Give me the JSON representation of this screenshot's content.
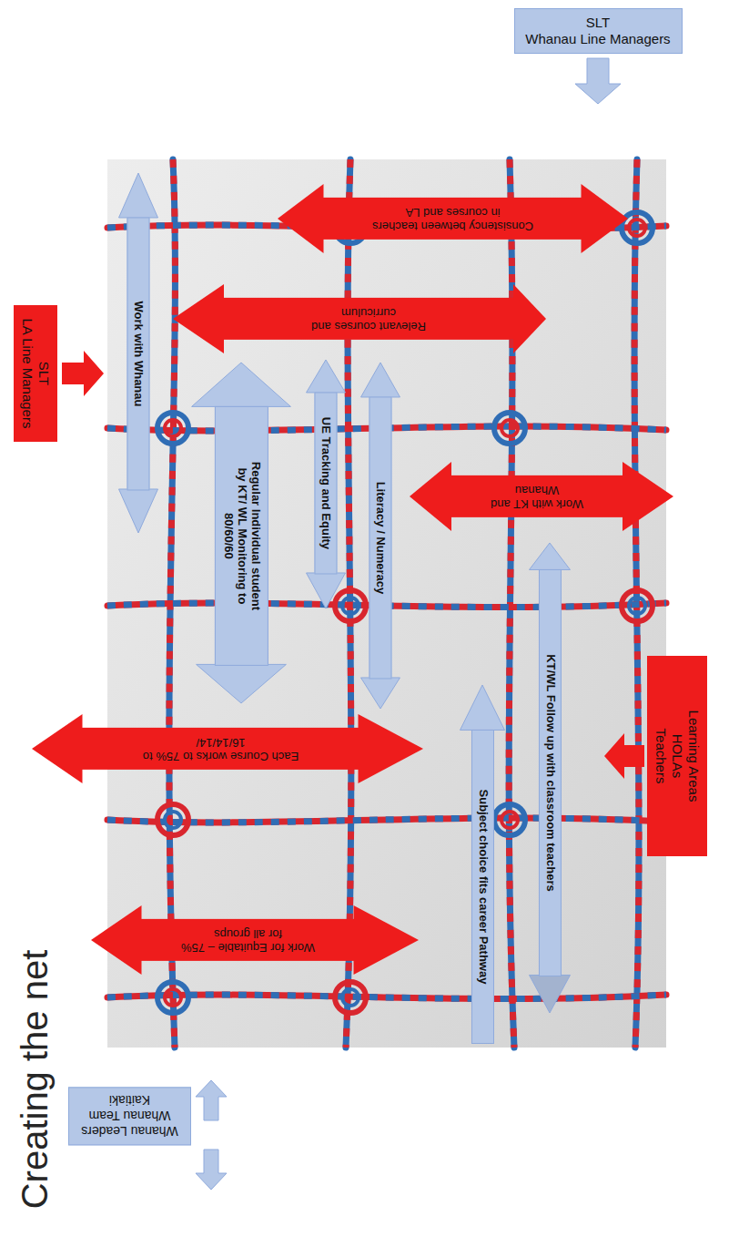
{
  "diagram": {
    "title": "Creating the net",
    "nodes": [
      {
        "text": [
          "SLT",
          "Whanau Line Managers"
        ]
      },
      {
        "text": [
          "Consistency between teachers in courses and LA"
        ]
      },
      {
        "text": [
          "Work with Whanau"
        ]
      },
      {
        "text": [
          "Relevant courses and curriculum"
        ]
      },
      {
        "text": [
          "SLT",
          "LA Line Managers"
        ]
      },
      {
        "text": [
          "UE Tracking and Equity"
        ]
      },
      {
        "text": [
          "Regular Individual student by KT/ WL Monitoring to 80/60/60"
        ]
      },
      {
        "text": [
          "Literacy / Numeracy"
        ]
      },
      {
        "text": [
          "Work with KT and Whanau"
        ]
      },
      {
        "text": [
          "KT/WL Follow up with classroom teachers"
        ]
      },
      {
        "text": [
          "Learning Areas",
          "HOLAs",
          "Teachers"
        ]
      },
      {
        "text": [
          "Each Course works to 75% to 16/14/14/"
        ]
      },
      {
        "text": [
          "Subject choice fits career Pathway"
        ]
      },
      {
        "text": [
          "Work for Equitable – 75% for all groups"
        ]
      },
      {
        "text": [
          "Whanau Leaders",
          "Whanau Team",
          "Kaitiaki"
        ]
      }
    ]
  }
}
